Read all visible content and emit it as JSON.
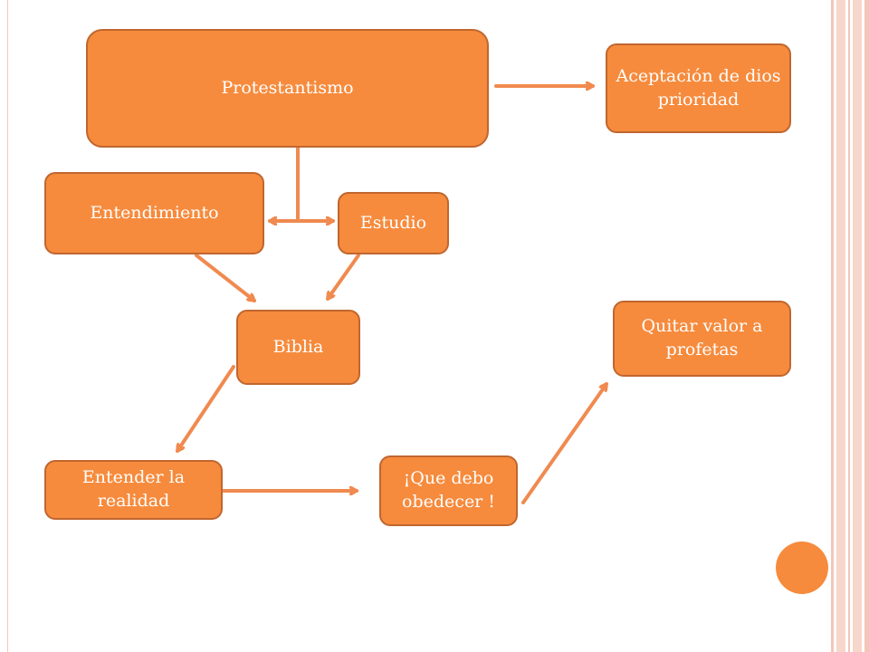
{
  "diagram": {
    "nodes": [
      {
        "id": "protestantismo",
        "label": "Protestantismo"
      },
      {
        "id": "aceptacion",
        "label": "Aceptación de dios prioridad"
      },
      {
        "id": "entendimiento",
        "label": "Entendimiento"
      },
      {
        "id": "estudio",
        "label": "Estudio"
      },
      {
        "id": "biblia",
        "label": "Biblia"
      },
      {
        "id": "quitar",
        "label": "Quitar valor a profetas"
      },
      {
        "id": "entender",
        "label": "Entender la realidad"
      },
      {
        "id": "obedecer",
        "label": "¡Que debo obedecer !"
      }
    ],
    "edges": [
      {
        "from": "protestantismo",
        "to": "aceptacion"
      },
      {
        "from": "protestantismo",
        "to": "entendimiento"
      },
      {
        "from": "protestantismo",
        "to": "estudio"
      },
      {
        "from": "entendimiento",
        "to": "biblia"
      },
      {
        "from": "estudio",
        "to": "biblia"
      },
      {
        "from": "biblia",
        "to": "entender"
      },
      {
        "from": "entender",
        "to": "obedecer"
      },
      {
        "from": "obedecer",
        "to": "quitar"
      }
    ]
  },
  "colors": {
    "node_fill": "#f68b3d",
    "node_border": "#c0662f",
    "edge": "#f08a4f",
    "accent_circle": "#f68b3d",
    "stripes": "#f3c6b8"
  }
}
